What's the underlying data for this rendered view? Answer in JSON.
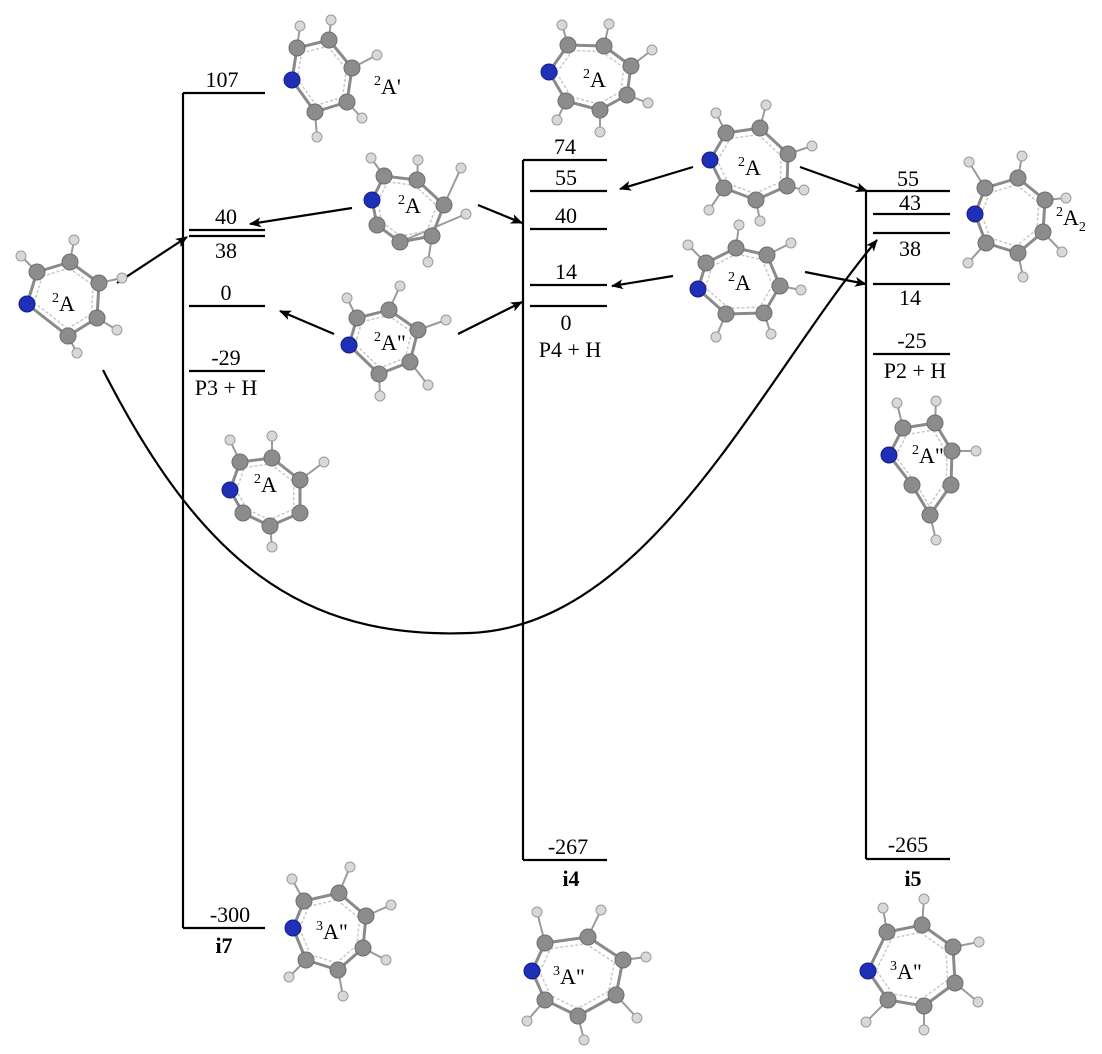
{
  "channels": [
    {
      "id": "i7",
      "name": "i7",
      "minimum": "-300",
      "minimum_state": "3A\"",
      "levels": [
        "107",
        "40",
        "38",
        "0",
        "-29"
      ],
      "product": "P3 + H",
      "level_states": {
        "107": "2A'",
        "40_38": "2A",
        "0": "2A\"",
        "left_reactant": "2A",
        "product_structure": "2A"
      }
    },
    {
      "id": "i4",
      "name": "i4",
      "minimum": "-267",
      "minimum_state": "3A\"",
      "levels": [
        "74",
        "55",
        "40",
        "14",
        "0"
      ],
      "product": "P4 + H",
      "level_states": {
        "top": "2A",
        "upper_right": "2A",
        "lower_right": "2A"
      }
    },
    {
      "id": "i5",
      "name": "i5",
      "minimum": "-265",
      "minimum_state": "3A\"",
      "levels": [
        "55",
        "43",
        "38",
        "14",
        "-25"
      ],
      "product": "P2 + H",
      "level_states": {
        "43": "2A2",
        "product_structure": "2A\""
      }
    }
  ],
  "labels": {
    "i7": "i7",
    "i4": "i4",
    "i5": "i5",
    "v107": "107",
    "v40a": "40",
    "v38a": "38",
    "v0a": "0",
    "vm29": "-29",
    "p3": "P3 + H",
    "vm300": "-300",
    "v74": "74",
    "v55b": "55",
    "v40b": "40",
    "v14b": "14",
    "v0b": "0",
    "p4": "P4 + H",
    "vm267": "-267",
    "v55c": "55",
    "v43c": "43",
    "v38c": "38",
    "v14c": "14",
    "vm25": "-25",
    "p2": "P2 + H",
    "vm265": "-265"
  },
  "states": {
    "s_2A1": {
      "sup": "2",
      "base": "A'",
      "sub": ""
    },
    "s_2A2": {
      "sup": "2",
      "base": "A",
      "sub": ""
    },
    "s_2A3": {
      "sup": "2",
      "base": "A",
      "sub": ""
    },
    "s_2A4": {
      "sup": "2",
      "base": "A",
      "sub": ""
    },
    "s_2A5": {
      "sup": "2",
      "base": "A",
      "sub": ""
    },
    "s_2A6": {
      "sup": "2",
      "base": "A\"",
      "sub": ""
    },
    "s_2A7": {
      "sup": "2",
      "base": "A",
      "sub": ""
    },
    "s_2A8": {
      "sup": "2",
      "base": "A",
      "sub": "2"
    },
    "s_2A9": {
      "sup": "2",
      "base": "A\"",
      "sub": ""
    },
    "s_2A10": {
      "sup": "2",
      "base": "A",
      "sub": ""
    },
    "s_3A1": {
      "sup": "3",
      "base": "A\"",
      "sub": ""
    },
    "s_3A2": {
      "sup": "3",
      "base": "A\"",
      "sub": ""
    },
    "s_3A3": {
      "sup": "3",
      "base": "A\"",
      "sub": ""
    }
  }
}
